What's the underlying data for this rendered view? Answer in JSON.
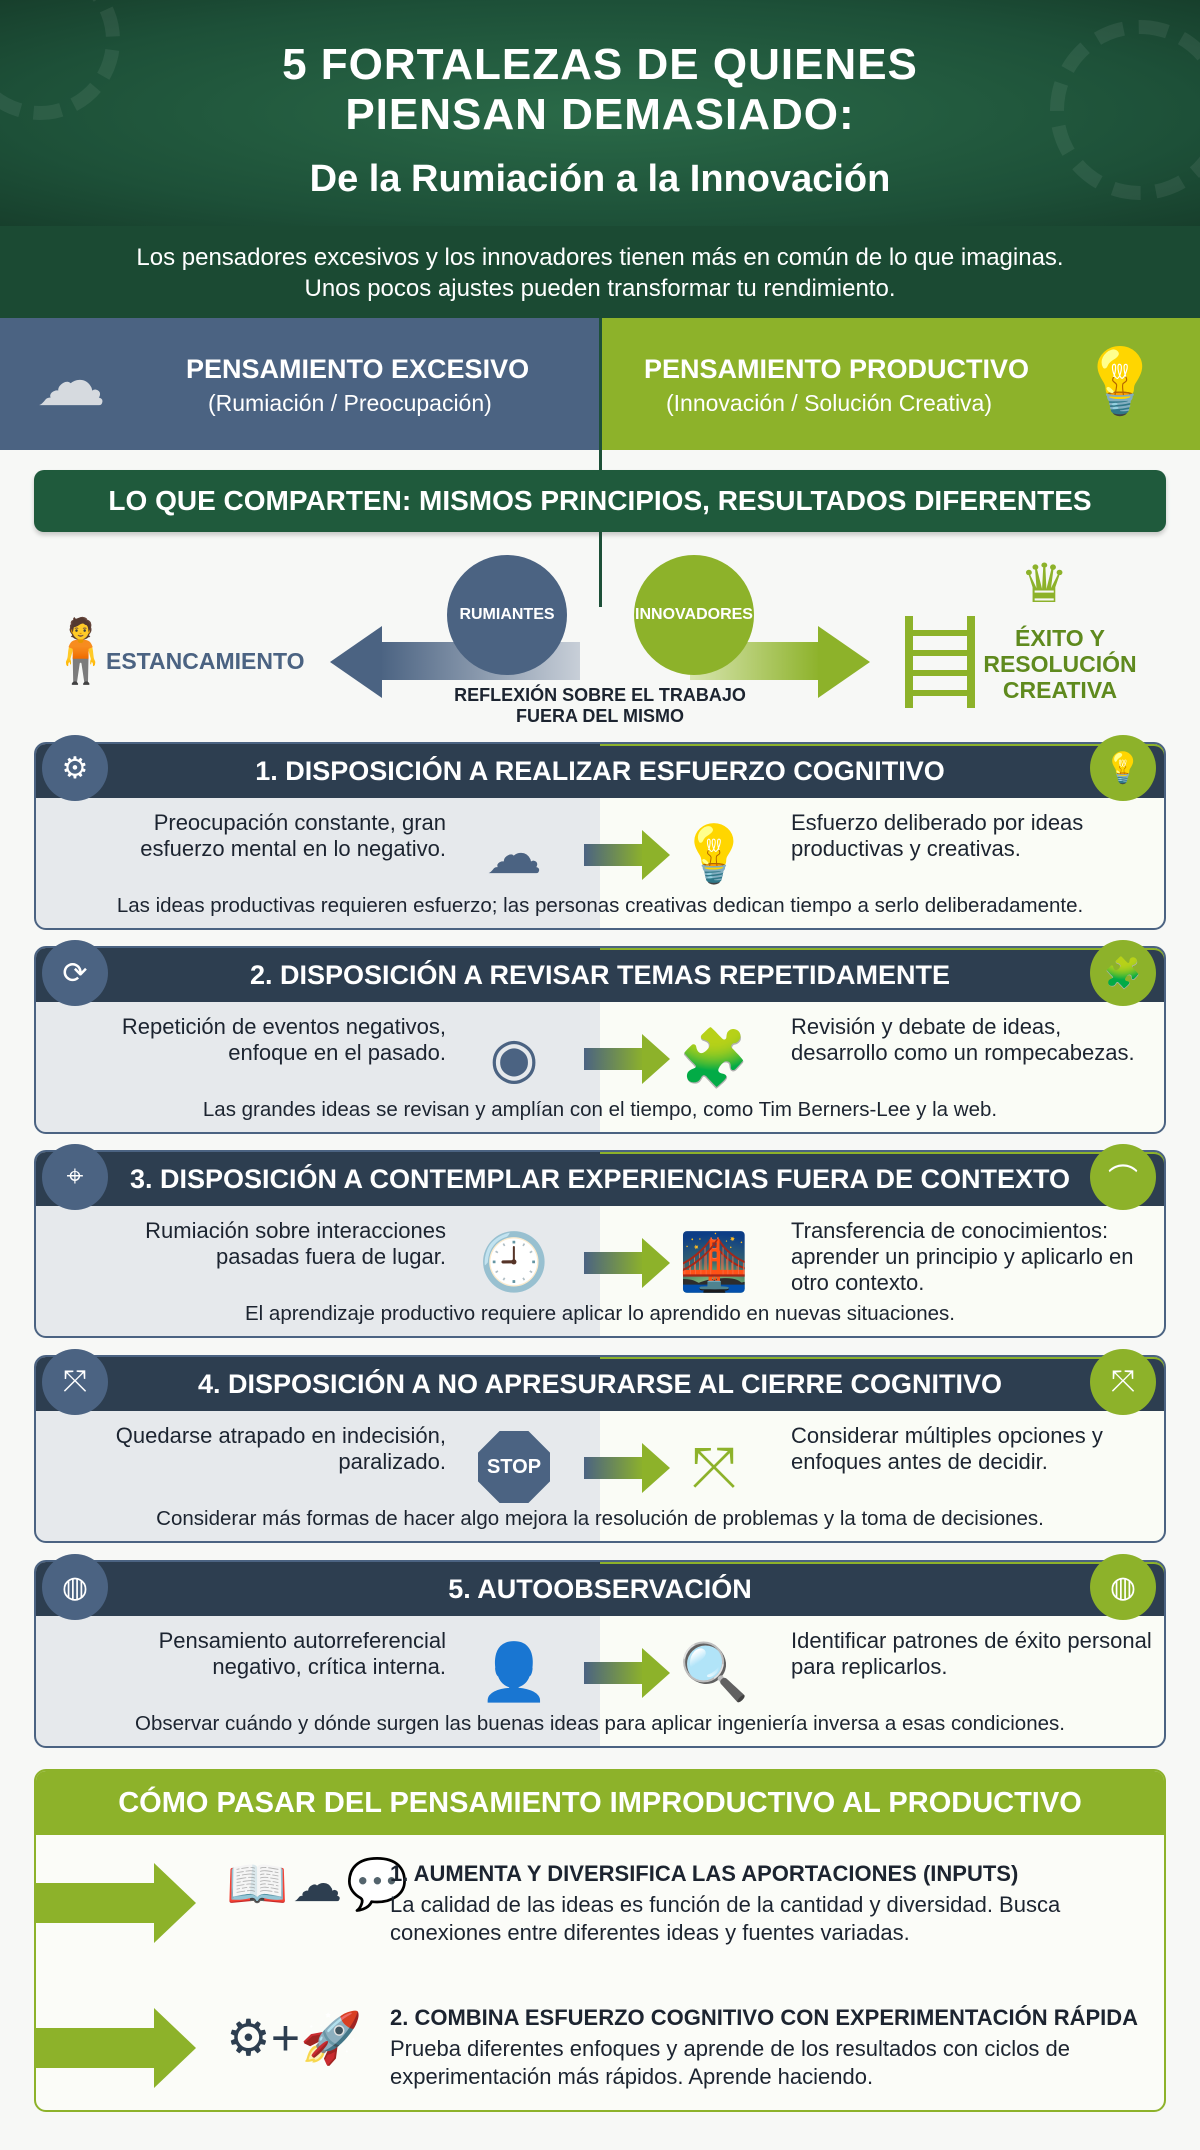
{
  "header": {
    "title_line1": "5 FORTALEZAS DE QUIENES",
    "title_line2": "PIENSAN DEMASIADO:",
    "title_line3": "De la Rumiación a la Innovación",
    "subtitle": "Los pensadores excesivos y los innovadores tienen más en común de lo que imaginas. Unos pocos ajustes pueden transformar tu rendimiento."
  },
  "split": {
    "left_title": "PENSAMIENTO EXCESIVO",
    "left_sub": "(Rumiación / Preocupación)",
    "right_title": "PENSAMIENTO PRODUCTIVO",
    "right_sub": "(Innovación / Solución Creativa)"
  },
  "shared": {
    "banner": "LO QUE COMPARTEN: MISMOS PRINCIPIOS, RESULTADOS DIFERENTES",
    "left_circle": "RUMIANTES",
    "right_circle": "INNOVADORES",
    "left_outcome": "ESTANCAMIENTO",
    "right_outcome": "ÉXITO Y RESOLUCIÓN CREATIVA",
    "center_caption": "REFLEXIÓN SOBRE EL TRABAJO FUERA DEL MISMO"
  },
  "colors": {
    "dark_green": "#1f5a3c",
    "slate": "#4b6382",
    "lime": "#8db22a",
    "navy": "#2d3e50"
  },
  "cards": [
    {
      "title": "1. DISPOSICIÓN A REALIZAR ESFUERZO COGNITIVO",
      "left": "Preocupación constante, gran esfuerzo mental en lo negativo.",
      "right": "Esfuerzo deliberado por ideas productivas y creativas.",
      "footer": "Las ideas productivas requieren esfuerzo; las personas creativas dedican tiempo a serlo deliberadamente."
    },
    {
      "title": "2. DISPOSICIÓN A REVISAR TEMAS REPETIDAMENTE",
      "left": "Repetición de eventos negativos, enfoque en el pasado.",
      "right": "Revisión y debate de ideas, desarrollo como un rompecabezas.",
      "footer": "Las grandes ideas se revisan y amplían con el tiempo, como Tim Berners-Lee y la web."
    },
    {
      "title": "3. DISPOSICIÓN A CONTEMPLAR EXPERIENCIAS FUERA DE CONTEXTO",
      "left": "Rumiación sobre interacciones pasadas fuera de lugar.",
      "right": "Transferencia de conocimientos: aprender un principio y aplicarlo en otro contexto.",
      "footer": "El aprendizaje productivo requiere aplicar lo aprendido en nuevas situaciones."
    },
    {
      "title": "4. DISPOSICIÓN A NO APRESURARSE AL CIERRE COGNITIVO",
      "left": "Quedarse atrapado en indecisión, paralizado.",
      "right": "Considerar múltiples opciones y enfoques antes de decidir.",
      "footer": "Considerar más formas de hacer algo mejora la resolución de problemas y la toma de decisiones.",
      "stop_sign": "STOP"
    },
    {
      "title": "5. AUTOOBSERVACIÓN",
      "left": "Pensamiento autorreferencial negativo, crítica interna.",
      "right": "Identificar patrones de éxito personal para replicarlos.",
      "footer": "Observar cuándo y dónde surgen las buenas ideas para aplicar ingeniería inversa a esas condiciones."
    }
  ],
  "bottom": {
    "title": "CÓMO PASAR DEL PENSAMIENTO IMPRODUCTIVO AL PRODUCTIVO",
    "steps": [
      {
        "heading": "1. AUMENTA Y DIVERSIFICA LAS APORTACIONES (INPUTS)",
        "text": "La calidad de las ideas es función de la cantidad y diversidad. Busca conexiones entre diferentes ideas y fuentes variadas."
      },
      {
        "heading": "2. COMBINA ESFUERZO COGNITIVO CON EXPERIMENTACIÓN RÁPIDA",
        "text": "Prueba diferentes enfoques y aprende de los resultados con ciclos de experimentación más rápidos. Aprende haciendo."
      }
    ]
  }
}
